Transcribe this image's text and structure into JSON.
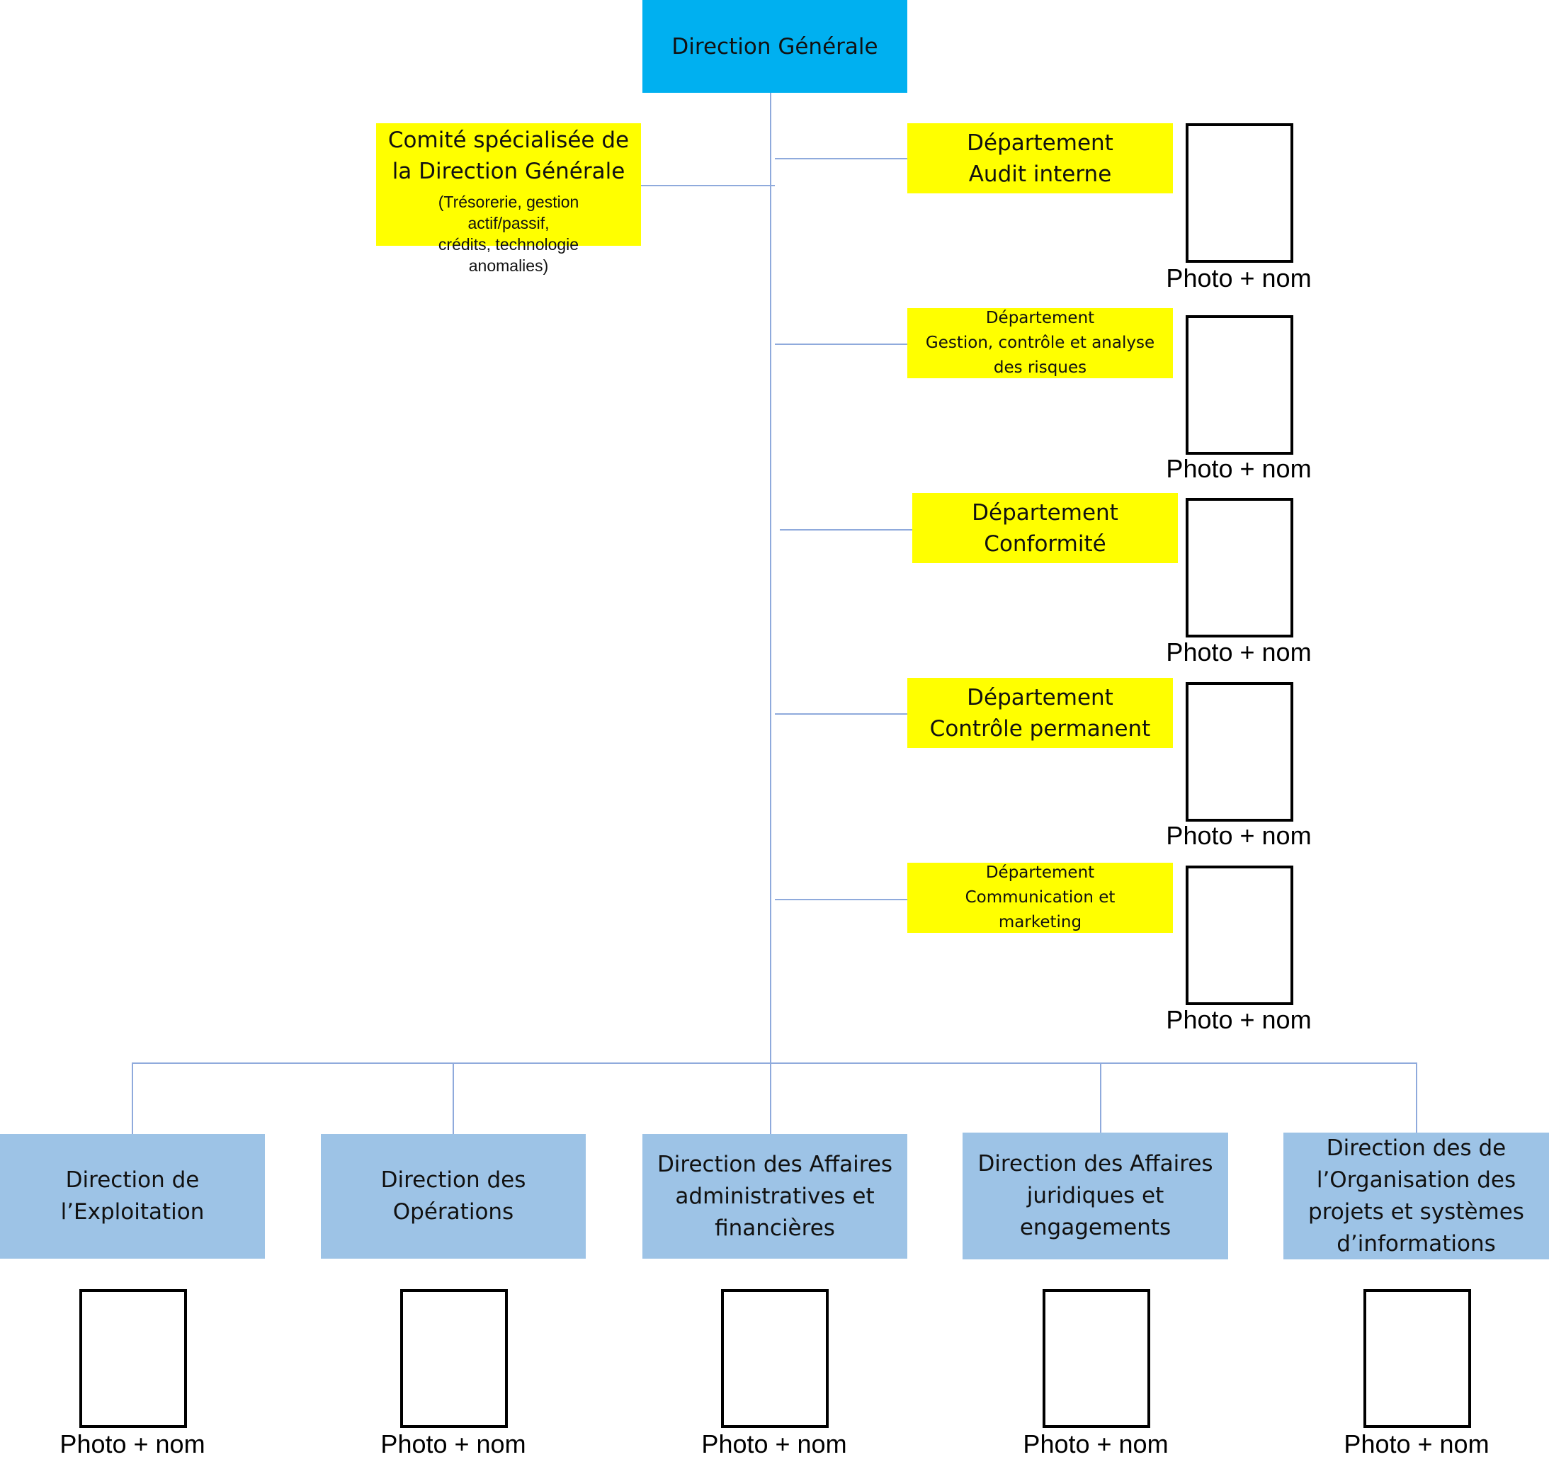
{
  "top": {
    "label": "Direction Générale"
  },
  "committee": {
    "title_lines": [
      "Comité spécialisée de",
      "la Direction Générale"
    ],
    "detail_lines": [
      "(Trésorerie, gestion",
      "actif/passif,",
      "crédits, technologie",
      "anomalies)"
    ]
  },
  "departments": [
    {
      "lines": [
        "Département",
        "Audit interne"
      ]
    },
    {
      "lines": [
        "Département",
        "Gestion, contrôle et analyse",
        "des risques"
      ]
    },
    {
      "lines": [
        "Département",
        "Conformité"
      ]
    },
    {
      "lines": [
        "Département",
        "Contrôle permanent"
      ]
    },
    {
      "lines": [
        "Département",
        "Communication et",
        "marketing"
      ]
    }
  ],
  "directions": [
    {
      "lines": [
        "Direction de",
        "l’Exploitation"
      ]
    },
    {
      "lines": [
        "Direction des",
        "Opérations"
      ]
    },
    {
      "lines": [
        "Direction des Affaires",
        "administratives et",
        "financières"
      ]
    },
    {
      "lines": [
        "Direction des Affaires",
        "juridiques et",
        "engagements"
      ]
    },
    {
      "lines": [
        "Direction des de",
        "l’Organisation des",
        "projets et systèmes",
        "d’informations"
      ]
    }
  ],
  "photo_label": "Photo + nom",
  "colors": {
    "top": "#00B0F0",
    "department": "#FFFF00",
    "direction": "#9DC3E6",
    "connector": "#8FAADC"
  }
}
